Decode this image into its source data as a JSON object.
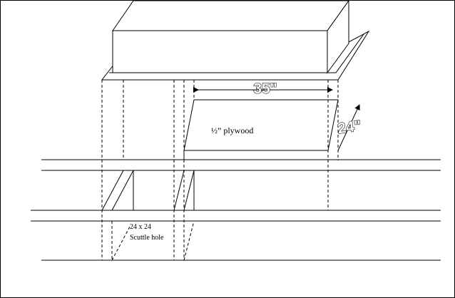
{
  "diagram": {
    "dimension_width": "35\"",
    "dimension_depth": "24\"",
    "panel_label": "½” plywood",
    "scuttle_size": "24 x 24",
    "scuttle_label": "Scuttle hole"
  },
  "colors": {
    "stroke": "#000000",
    "background": "#ffffff"
  }
}
